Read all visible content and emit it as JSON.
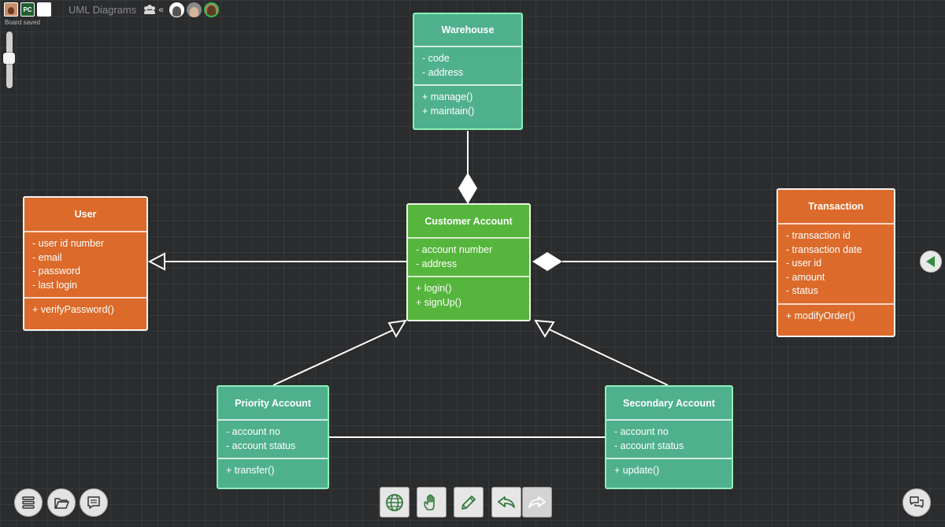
{
  "app": {
    "board_title": "UML Diagrams",
    "board_status": "Board saved",
    "badge_pc": "PC"
  },
  "colors": {
    "teal": "#4fb08d",
    "orange": "#dc6a2a",
    "green": "#55b53c",
    "background": "#2b2c2e"
  },
  "classes": {
    "warehouse": {
      "name": "Warehouse",
      "attributes": [
        "- code",
        "- address"
      ],
      "methods": [
        "+ manage()",
        "+ maintain()"
      ]
    },
    "user": {
      "name": "User",
      "attributes": [
        "- user id number",
        "- email",
        "- password",
        "- last login"
      ],
      "methods": [
        "+ verifyPassword()"
      ]
    },
    "customer_account": {
      "name": "Customer Account",
      "attributes": [
        "- account number",
        "- address"
      ],
      "methods": [
        "+ login()",
        "+ signUp()"
      ]
    },
    "transaction": {
      "name": "Transaction",
      "attributes": [
        "- transaction id",
        "- transaction date",
        "- user id",
        "- amount",
        "- status"
      ],
      "methods": [
        "+ modifyOrder()"
      ]
    },
    "priority_account": {
      "name": "Priority Account",
      "attributes": [
        "- account no",
        "- account status"
      ],
      "methods": [
        "+ transfer()"
      ]
    },
    "secondary_account": {
      "name": "Secondary Account",
      "attributes": [
        "- account no",
        "- account status"
      ],
      "methods": [
        "+ update()"
      ]
    }
  },
  "relationships": [
    {
      "from": "warehouse",
      "to": "customer_account",
      "type": "composition"
    },
    {
      "from": "transaction",
      "to": "customer_account",
      "type": "composition"
    },
    {
      "from": "customer_account",
      "to": "user",
      "type": "generalization"
    },
    {
      "from": "priority_account",
      "to": "customer_account",
      "type": "generalization"
    },
    {
      "from": "secondary_account",
      "to": "customer_account",
      "type": "generalization"
    },
    {
      "from": "priority_account",
      "to": "secondary_account",
      "type": "association"
    }
  ],
  "icons": {
    "users": "users-icon",
    "collapse": "collapse-arrows-icon",
    "side_handle": "triangle-left-icon",
    "menu": "menu-icon",
    "folder": "folder-open-icon",
    "chat": "chat-icon",
    "globe": "globe-icon",
    "hand": "hand-icon",
    "pencil": "pencil-icon",
    "undo": "undo-icon",
    "redo": "redo-icon",
    "feedback": "feedback-icon"
  }
}
